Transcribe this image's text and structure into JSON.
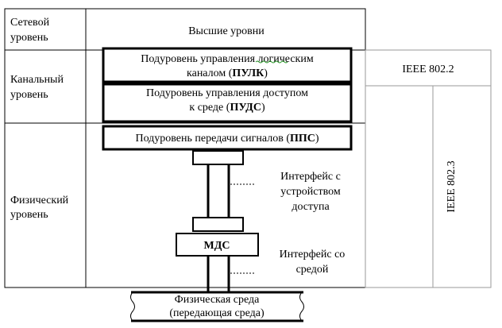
{
  "levels": {
    "network": [
      "Сетевой",
      "уровень"
    ],
    "datalink": [
      "Канальный",
      "уровень"
    ],
    "physical": [
      "Физический",
      "уровень"
    ]
  },
  "boxes": {
    "upper": "Высшие уровни",
    "llc_line1": "Подуровень управления логическим",
    "llc_line2_text": "каналом (",
    "llc_abbr": "ПУЛК",
    "llc_close": ")",
    "mac_line1": "Подуровень управления доступом",
    "mac_line2_text": "к среде (",
    "mac_abbr": "ПУДС",
    "mac_close": ")",
    "pls_text": "Подуровень передачи сигналов (",
    "pls_abbr": "ППС",
    "pls_close": ")",
    "mau": "МДС"
  },
  "interfaces": {
    "aui": [
      "Интерфейс с",
      "устройством",
      "доступа"
    ],
    "mdi": [
      "Интерфейс со",
      "средой"
    ]
  },
  "medium": [
    "Физическая среда",
    "(передающая среда)"
  ],
  "standards": {
    "ieee_8022": "IEEE 802.2",
    "ieee_8023": "IEEE 802.3"
  }
}
